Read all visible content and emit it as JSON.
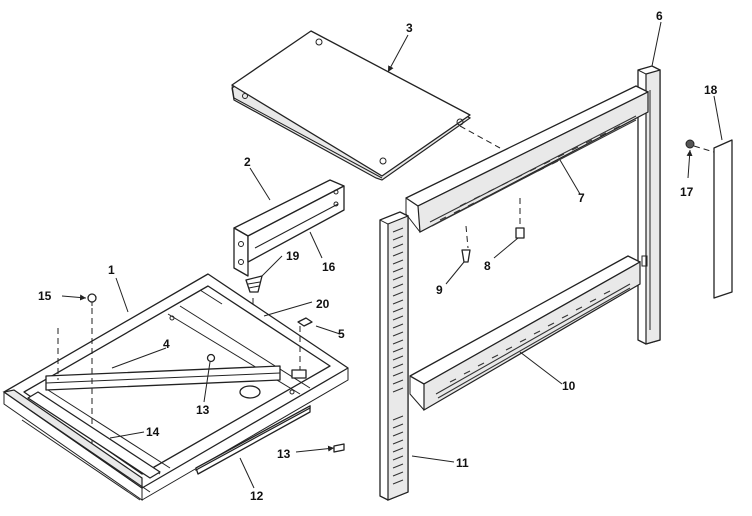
{
  "callouts": {
    "c1": "1",
    "c2": "2",
    "c3": "3",
    "c4": "4",
    "c5": "5",
    "c6": "6",
    "c7": "7",
    "c8": "8",
    "c9": "9",
    "c10": "10",
    "c11": "11",
    "c12": "12",
    "c13a": "13",
    "c13b": "13",
    "c14": "14",
    "c15": "15",
    "c16": "16",
    "c17": "17",
    "c18": "18",
    "c19": "19",
    "c20": "20"
  },
  "colors": {
    "line": "#222222",
    "background": "#ffffff",
    "shade": "#e9e9e9"
  }
}
